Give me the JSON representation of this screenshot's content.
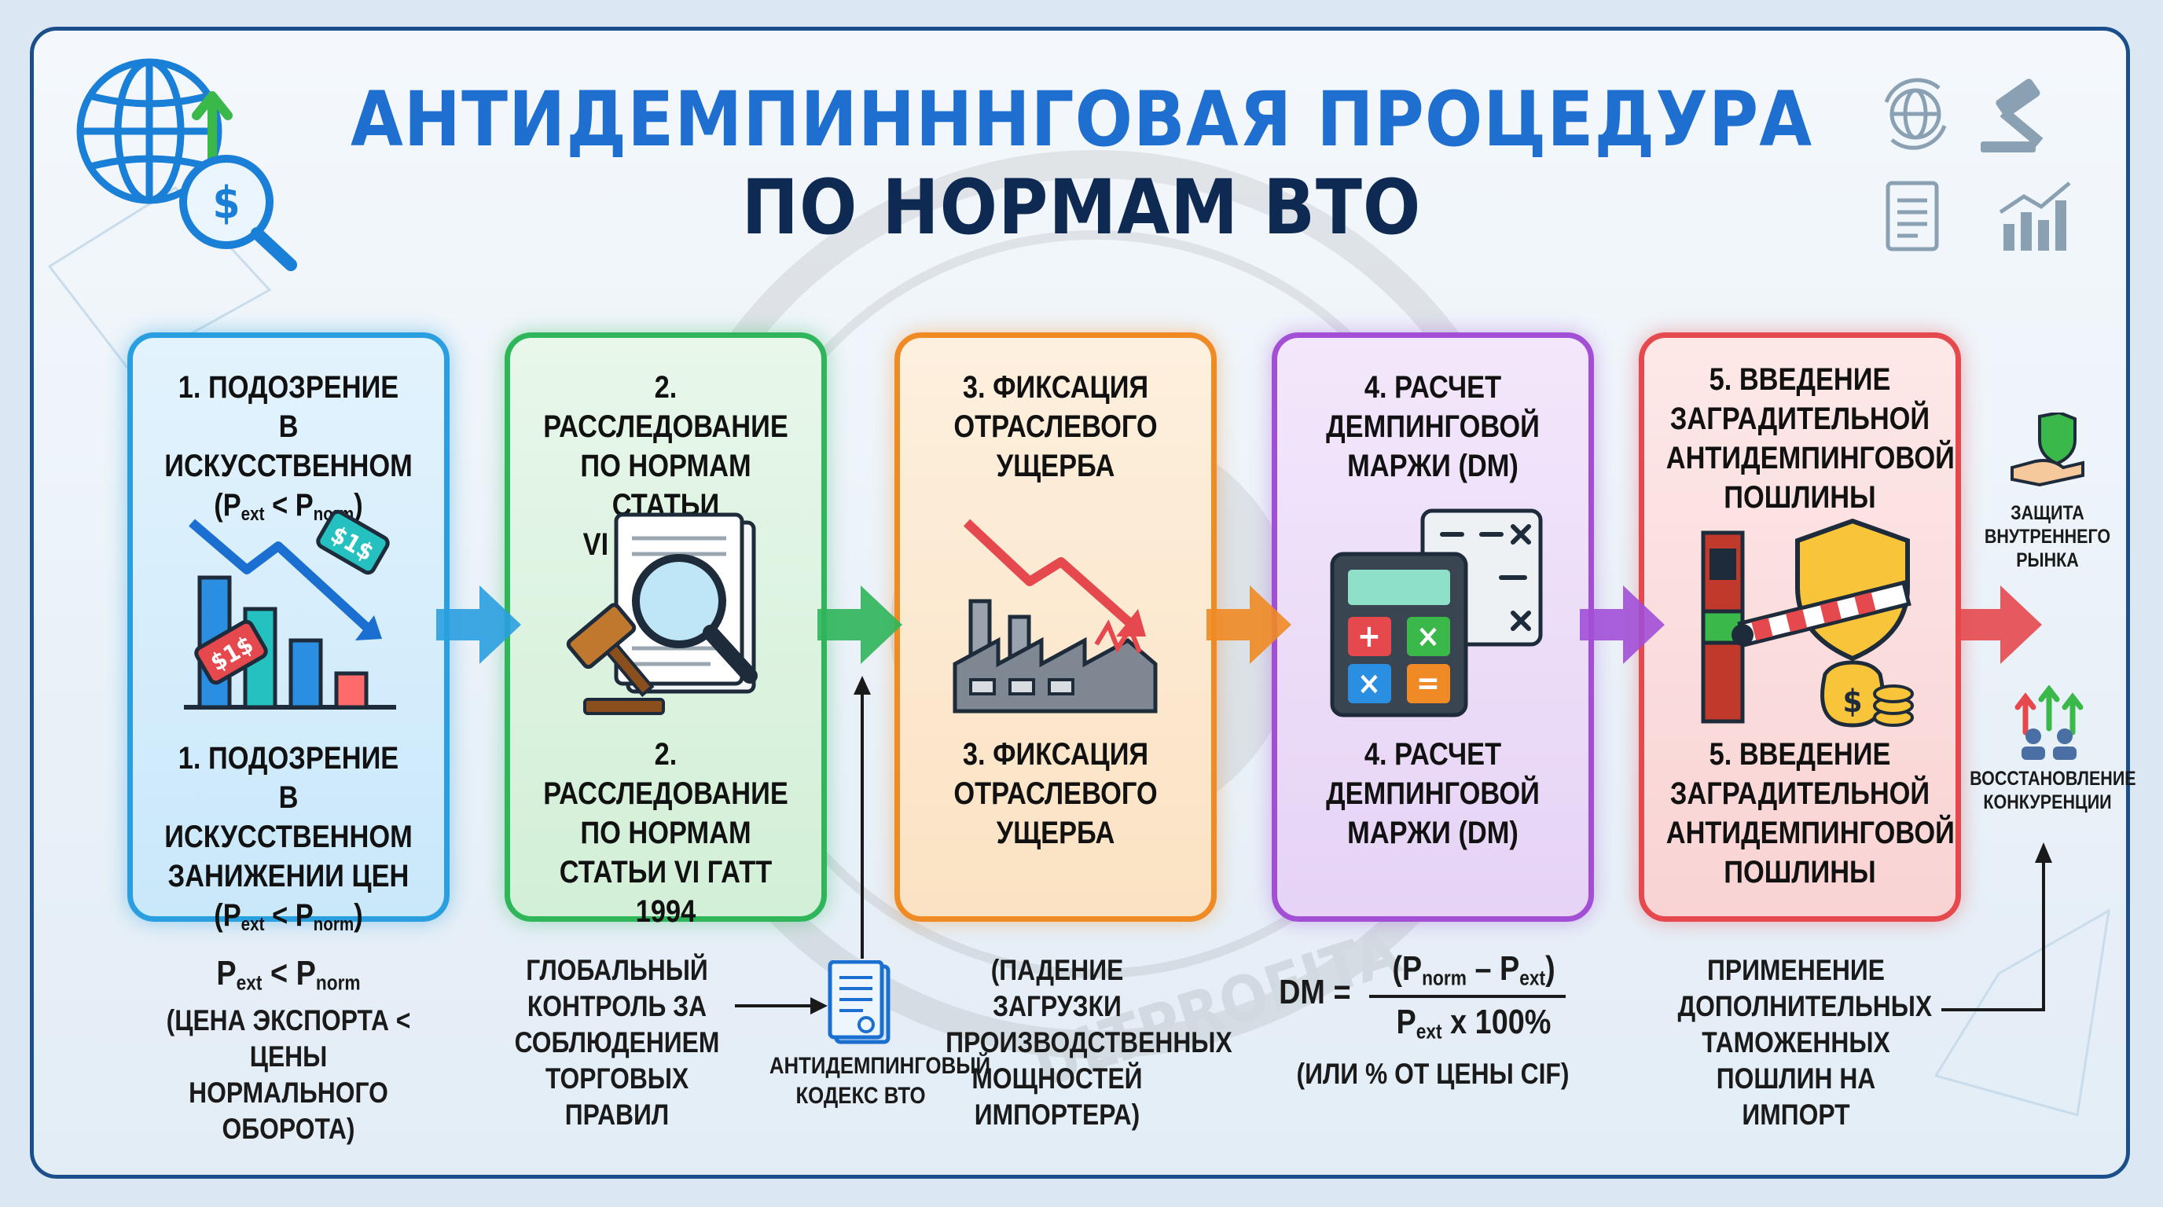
{
  "title": {
    "line1": "АНТИДЕМПИНННГОВАЯ ПРОЦЕДУРА",
    "line2": "ПО НОРМАМ ВТО"
  },
  "formula": {
    "p_ext": "P",
    "ext": "ext",
    "lt": "<",
    "p_norm": "P",
    "norm": "norm"
  },
  "steps": [
    {
      "top_lines": [
        "1. ПОДОЗРЕНИЕ",
        "В ИСКУССТВЕННОМ"
      ],
      "bottom_lines": [
        "1. ПОДОЗРЕНИЕ",
        "В ИСКУССТВЕННОМ",
        "ЗАНИЖЕНИИ ЦЕН"
      ],
      "tag_label": "$1$",
      "color": "#2a9fe0"
    },
    {
      "top_lines": [
        "2. РАССЛЕДОВАНИЕ",
        "ПО НОРМАМ СТАТЬИ",
        "VI ГАТТ 1994"
      ],
      "bottom_lines": [
        "2. РАССЛЕДОВАНИЕ",
        "ПО НОРМАМ",
        "СТАТЬИ VI ГАТТ 1994"
      ],
      "color": "#2fb55a"
    },
    {
      "top_lines": [
        "3. ФИКСАЦИЯ",
        "ОТРАСЛЕВОГО",
        "УЩЕРБА"
      ],
      "bottom_lines": [
        "3. ФИКСАЦИЯ",
        "ОТРАСЛЕВОГО",
        "УЩЕРБА"
      ],
      "color": "#f08a24"
    },
    {
      "top_lines": [
        "4. РАСЧЕТ",
        "ДЕМПИНГОВОЙ",
        "МАРЖИ (DM)"
      ],
      "bottom_lines": [
        "4. РАСЧЕТ",
        "ДЕМПИНГОВОЙ",
        "МАРЖИ (DM)"
      ],
      "color": "#a24fd6"
    },
    {
      "top_lines": [
        "5. ВВЕДЕНИЕ",
        "ЗАГРАДИТЕЛЬНОЙ",
        "АНТИДЕМПИНГОВОЙ",
        "ПОШЛИНЫ"
      ],
      "bottom_lines": [
        "5. ВВЕДЕНИЕ",
        "ЗАГРАДИТЕЛЬНОЙ",
        "АНТИДЕМПИНГОВОЙ",
        "ПОШЛИНЫ"
      ],
      "color": "#e5484d"
    }
  ],
  "notes": {
    "n1": [
      "(ЦЕНА ЭКСПОРТА <",
      "ЦЕНЫ НОРМАЛЬНОГО",
      "ОБОРОТА)"
    ],
    "n2": [
      "ГЛОБАЛЬНЫЙ",
      "КОНТРОЛЬ ЗА",
      "СОБЛЮДЕНИЕМ",
      "ТОРГОВЫХ ПРАВИЛ"
    ],
    "n2_doc": [
      "АНТИДЕМПИНГОВЫЙ",
      "КОДЕКС ВТО"
    ],
    "n3": [
      "(ПАДЕНИЕ ЗАГРУЗКИ",
      "ПРОИЗВОДСТВЕННЫХ",
      "МОЩНОСТЕЙ",
      "ИМПОРТЕРА)"
    ],
    "n4_dm": "DM =",
    "n4_minus": "–",
    "n4_times": "x 100%",
    "n4_cif": "(ИЛИ % ОТ ЦЕНЫ CIF)",
    "n5": [
      "ПРИМЕНЕНИЕ",
      "ДОПОЛНИТЕЛЬНЫХ",
      "ТАМОЖЕННЫХ",
      "ПОШЛИН НА ИМПОРТ"
    ]
  },
  "outcomes": {
    "protect": [
      "ЗАЩИТА",
      "ВНУТРЕННЕГО",
      "РЫНКА"
    ],
    "restore": [
      "ВОССТАНОВЛЕНИЕ",
      "КОНКУРЕНЦИИ"
    ]
  },
  "watermark": "ULTPROFITA",
  "icons": [
    "globe-dollar-icon",
    "globe-refresh-icon",
    "gavel-icon",
    "document-icon",
    "chart-up-icon",
    "falling-bars-icon",
    "magnifier-gavel-icon",
    "factory-icon",
    "calculator-icon",
    "border-barrier-icon",
    "shield-hand-icon",
    "growth-people-icon",
    "wto-code-doc-icon"
  ]
}
